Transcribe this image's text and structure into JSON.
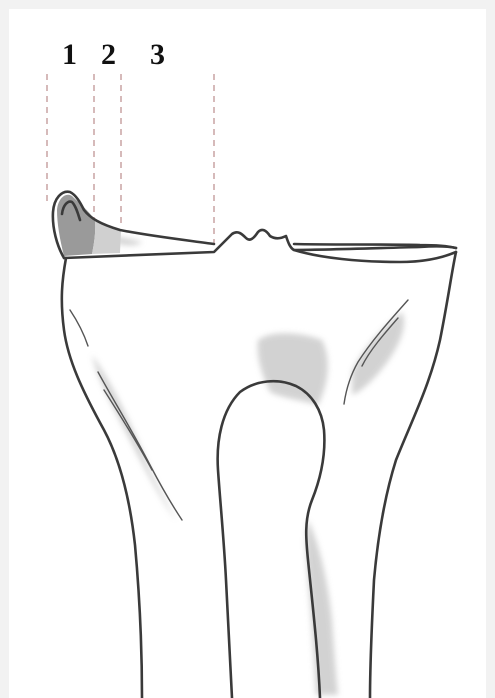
{
  "labels": {
    "one": "1",
    "two": "2",
    "three": "3"
  },
  "colors": {
    "outline": "#3a3a3a",
    "shading": "#bdbdbd",
    "dashed": "#c9a4a4"
  }
}
